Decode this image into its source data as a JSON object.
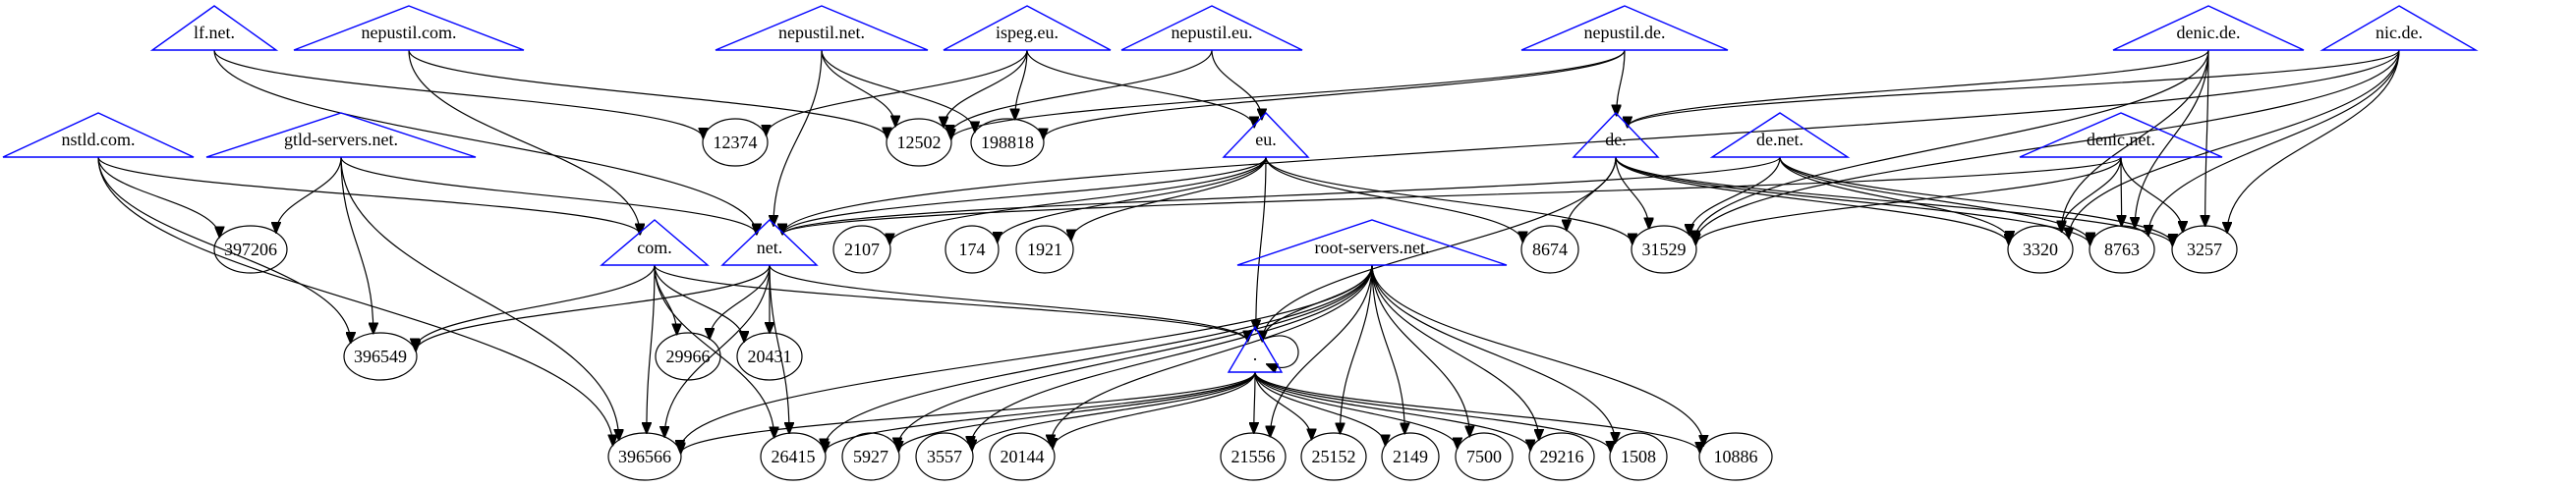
{
  "graph": {
    "title": "DNS delegation graph",
    "colors": {
      "zone_outline": "#0000ff",
      "ip_outline": "#000000",
      "edge": "#000000"
    },
    "zones": [
      {
        "id": "lf.net.",
        "label": "lf.net."
      },
      {
        "id": "nepustil.com.",
        "label": "nepustil.com."
      },
      {
        "id": "nepustil.net.",
        "label": "nepustil.net."
      },
      {
        "id": "ispeg.eu.",
        "label": "ispeg.eu."
      },
      {
        "id": "nepustil.eu.",
        "label": "nepustil.eu."
      },
      {
        "id": "nepustil.de.",
        "label": "nepustil.de."
      },
      {
        "id": "denic.de.",
        "label": "denic.de."
      },
      {
        "id": "nic.de.",
        "label": "nic.de."
      },
      {
        "id": "nstld.com.",
        "label": "nstld.com."
      },
      {
        "id": "gtld-servers.net.",
        "label": "gtld-servers.net."
      },
      {
        "id": "eu.",
        "label": "eu."
      },
      {
        "id": "de.",
        "label": "de."
      },
      {
        "id": "de.net.",
        "label": "de.net."
      },
      {
        "id": "denic.net.",
        "label": "denic.net."
      },
      {
        "id": "com.",
        "label": "com."
      },
      {
        "id": "net.",
        "label": "net."
      },
      {
        "id": "root-servers.net.",
        "label": "root-servers.net."
      },
      {
        "id": ".",
        "label": "."
      }
    ],
    "asns": [
      {
        "id": "12374",
        "label": "12374"
      },
      {
        "id": "12502",
        "label": "12502"
      },
      {
        "id": "198818",
        "label": "198818"
      },
      {
        "id": "397206",
        "label": "397206"
      },
      {
        "id": "2107",
        "label": "2107"
      },
      {
        "id": "174",
        "label": "174"
      },
      {
        "id": "1921",
        "label": "1921"
      },
      {
        "id": "8674",
        "label": "8674"
      },
      {
        "id": "31529",
        "label": "31529"
      },
      {
        "id": "3320",
        "label": "3320"
      },
      {
        "id": "8763",
        "label": "8763"
      },
      {
        "id": "3257",
        "label": "3257"
      },
      {
        "id": "396549",
        "label": "396549"
      },
      {
        "id": "29966",
        "label": "29966"
      },
      {
        "id": "20431",
        "label": "20431"
      },
      {
        "id": "396566",
        "label": "396566"
      },
      {
        "id": "26415",
        "label": "26415"
      },
      {
        "id": "5927",
        "label": "5927"
      },
      {
        "id": "3557",
        "label": "3557"
      },
      {
        "id": "20144",
        "label": "20144"
      },
      {
        "id": "21556",
        "label": "21556"
      },
      {
        "id": "25152",
        "label": "25152"
      },
      {
        "id": "2149",
        "label": "2149"
      },
      {
        "id": "7500",
        "label": "7500"
      },
      {
        "id": "29216",
        "label": "29216"
      },
      {
        "id": "1508",
        "label": "1508"
      },
      {
        "id": "10886",
        "label": "10886"
      }
    ],
    "edges": [
      [
        "lf.net.",
        "12374"
      ],
      [
        "lf.net.",
        "net."
      ],
      [
        "nepustil.com.",
        "12502"
      ],
      [
        "nepustil.com.",
        "com."
      ],
      [
        "nepustil.net.",
        "net."
      ],
      [
        "nepustil.net.",
        "12502"
      ],
      [
        "nepustil.net.",
        "198818"
      ],
      [
        "ispeg.eu.",
        "12374"
      ],
      [
        "ispeg.eu.",
        "12502"
      ],
      [
        "ispeg.eu.",
        "198818"
      ],
      [
        "ispeg.eu.",
        "eu."
      ],
      [
        "nepustil.eu.",
        "12502"
      ],
      [
        "nepustil.eu.",
        "eu."
      ],
      [
        "nepustil.de.",
        "12502"
      ],
      [
        "nepustil.de.",
        "198818"
      ],
      [
        "nepustil.de.",
        "de."
      ],
      [
        "denic.de.",
        "de."
      ],
      [
        "denic.de.",
        "31529"
      ],
      [
        "denic.de.",
        "3320"
      ],
      [
        "denic.de.",
        "8763"
      ],
      [
        "denic.de.",
        "3257"
      ],
      [
        "nic.de.",
        "de."
      ],
      [
        "nic.de.",
        "31529"
      ],
      [
        "nic.de.",
        "net."
      ],
      [
        "nic.de.",
        "8763"
      ],
      [
        "nic.de.",
        "3257"
      ],
      [
        "nic.de.",
        "3320"
      ],
      [
        "nstld.com.",
        "397206"
      ],
      [
        "nstld.com.",
        "com."
      ],
      [
        "nstld.com.",
        "396549"
      ],
      [
        "nstld.com.",
        "396566"
      ],
      [
        "gtld-servers.net.",
        "397206"
      ],
      [
        "gtld-servers.net.",
        "net."
      ],
      [
        "gtld-servers.net.",
        "396549"
      ],
      [
        "gtld-servers.net.",
        "396566"
      ],
      [
        "eu.",
        "net."
      ],
      [
        "eu.",
        "2107"
      ],
      [
        "eu.",
        "174"
      ],
      [
        "eu.",
        "1921"
      ],
      [
        "eu.",
        "8674"
      ],
      [
        "eu.",
        "31529"
      ],
      [
        "eu.",
        "."
      ],
      [
        "de.",
        "8674"
      ],
      [
        "de.",
        "31529"
      ],
      [
        "de.",
        "3320"
      ],
      [
        "de.",
        "8763"
      ],
      [
        "de.",
        "3257"
      ],
      [
        "de.",
        "."
      ],
      [
        "de.net.",
        "net."
      ],
      [
        "de.net.",
        "31529"
      ],
      [
        "de.net.",
        "3320"
      ],
      [
        "de.net.",
        "8763"
      ],
      [
        "de.net.",
        "3257"
      ],
      [
        "denic.net.",
        "net."
      ],
      [
        "denic.net.",
        "31529"
      ],
      [
        "denic.net.",
        "3320"
      ],
      [
        "denic.net.",
        "8763"
      ],
      [
        "denic.net.",
        "3257"
      ],
      [
        "com.",
        "396549"
      ],
      [
        "com.",
        "29966"
      ],
      [
        "com.",
        "20431"
      ],
      [
        "com.",
        "396566"
      ],
      [
        "com.",
        "26415"
      ],
      [
        "com.",
        "."
      ],
      [
        "net.",
        "396549"
      ],
      [
        "net.",
        "29966"
      ],
      [
        "net.",
        "20431"
      ],
      [
        "net.",
        "396566"
      ],
      [
        "net.",
        "26415"
      ],
      [
        "net.",
        "."
      ],
      [
        "root-servers.net.",
        "."
      ],
      [
        "root-servers.net.",
        "396566"
      ],
      [
        "root-servers.net.",
        "26415"
      ],
      [
        "root-servers.net.",
        "5927"
      ],
      [
        "root-servers.net.",
        "3557"
      ],
      [
        "root-servers.net.",
        "20144"
      ],
      [
        "root-servers.net.",
        "21556"
      ],
      [
        "root-servers.net.",
        "25152"
      ],
      [
        "root-servers.net.",
        "2149"
      ],
      [
        "root-servers.net.",
        "7500"
      ],
      [
        "root-servers.net.",
        "29216"
      ],
      [
        "root-servers.net.",
        "1508"
      ],
      [
        "root-servers.net.",
        "10886"
      ],
      [
        ".",
        "."
      ],
      [
        ".",
        "396566"
      ],
      [
        ".",
        "26415"
      ],
      [
        ".",
        "5927"
      ],
      [
        ".",
        "3557"
      ],
      [
        ".",
        "20144"
      ],
      [
        ".",
        "21556"
      ],
      [
        ".",
        "25152"
      ],
      [
        ".",
        "2149"
      ],
      [
        ".",
        "7500"
      ],
      [
        ".",
        "29216"
      ],
      [
        ".",
        "1508"
      ],
      [
        ".",
        "10886"
      ]
    ]
  }
}
